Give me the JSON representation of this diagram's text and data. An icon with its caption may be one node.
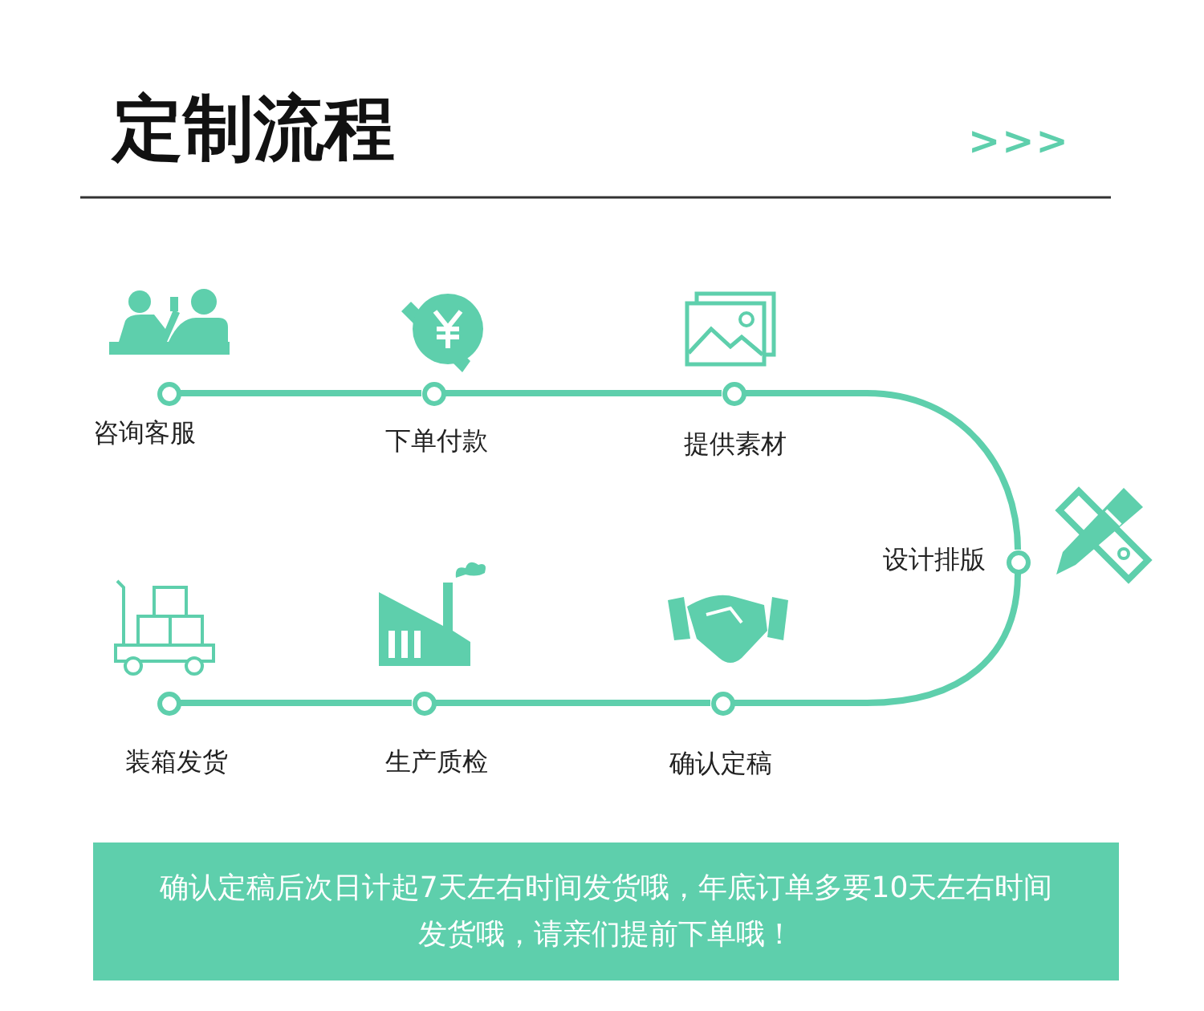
{
  "diagram": {
    "title": "定制流程",
    "nodes": [
      {
        "text": [],
        "shape": "circle",
        "beside": [
          "咨询客服"
        ]
      },
      {
        "text": [],
        "shape": "circle",
        "beside": [
          "下单付款"
        ]
      },
      {
        "text": [],
        "shape": "circle",
        "beside": [
          "提供素材"
        ]
      },
      {
        "text": [],
        "shape": "circle",
        "beside": [
          "设计排版"
        ]
      },
      {
        "text": [],
        "shape": "circle",
        "beside": [
          "装箱发货"
        ]
      },
      {
        "text": [],
        "shape": "circle",
        "beside": [
          "生产质检"
        ]
      },
      {
        "text": [],
        "shape": "circle",
        "beside": [
          "确认定稿"
        ]
      },
      {
        "text": [
          "确认定稿后次日计起7天左右时间发货哦，年底订单多要10天左右时间发货哦，请亲们提前下单哦！"
        ]
      }
    ],
    "edges": [
      {
        "from": 0,
        "to": 1,
        "arrow": "none"
      },
      {
        "from": 1,
        "to": 2,
        "arrow": "none"
      },
      {
        "from": 2,
        "to": 3,
        "arrow": "none"
      },
      {
        "from": 3,
        "to": 6,
        "arrow": "none"
      },
      {
        "from": 6,
        "to": 5,
        "arrow": "none"
      },
      {
        "from": 5,
        "to": 4,
        "arrow": "none"
      }
    ],
    "labels": [
      ">>>"
    ]
  }
}
